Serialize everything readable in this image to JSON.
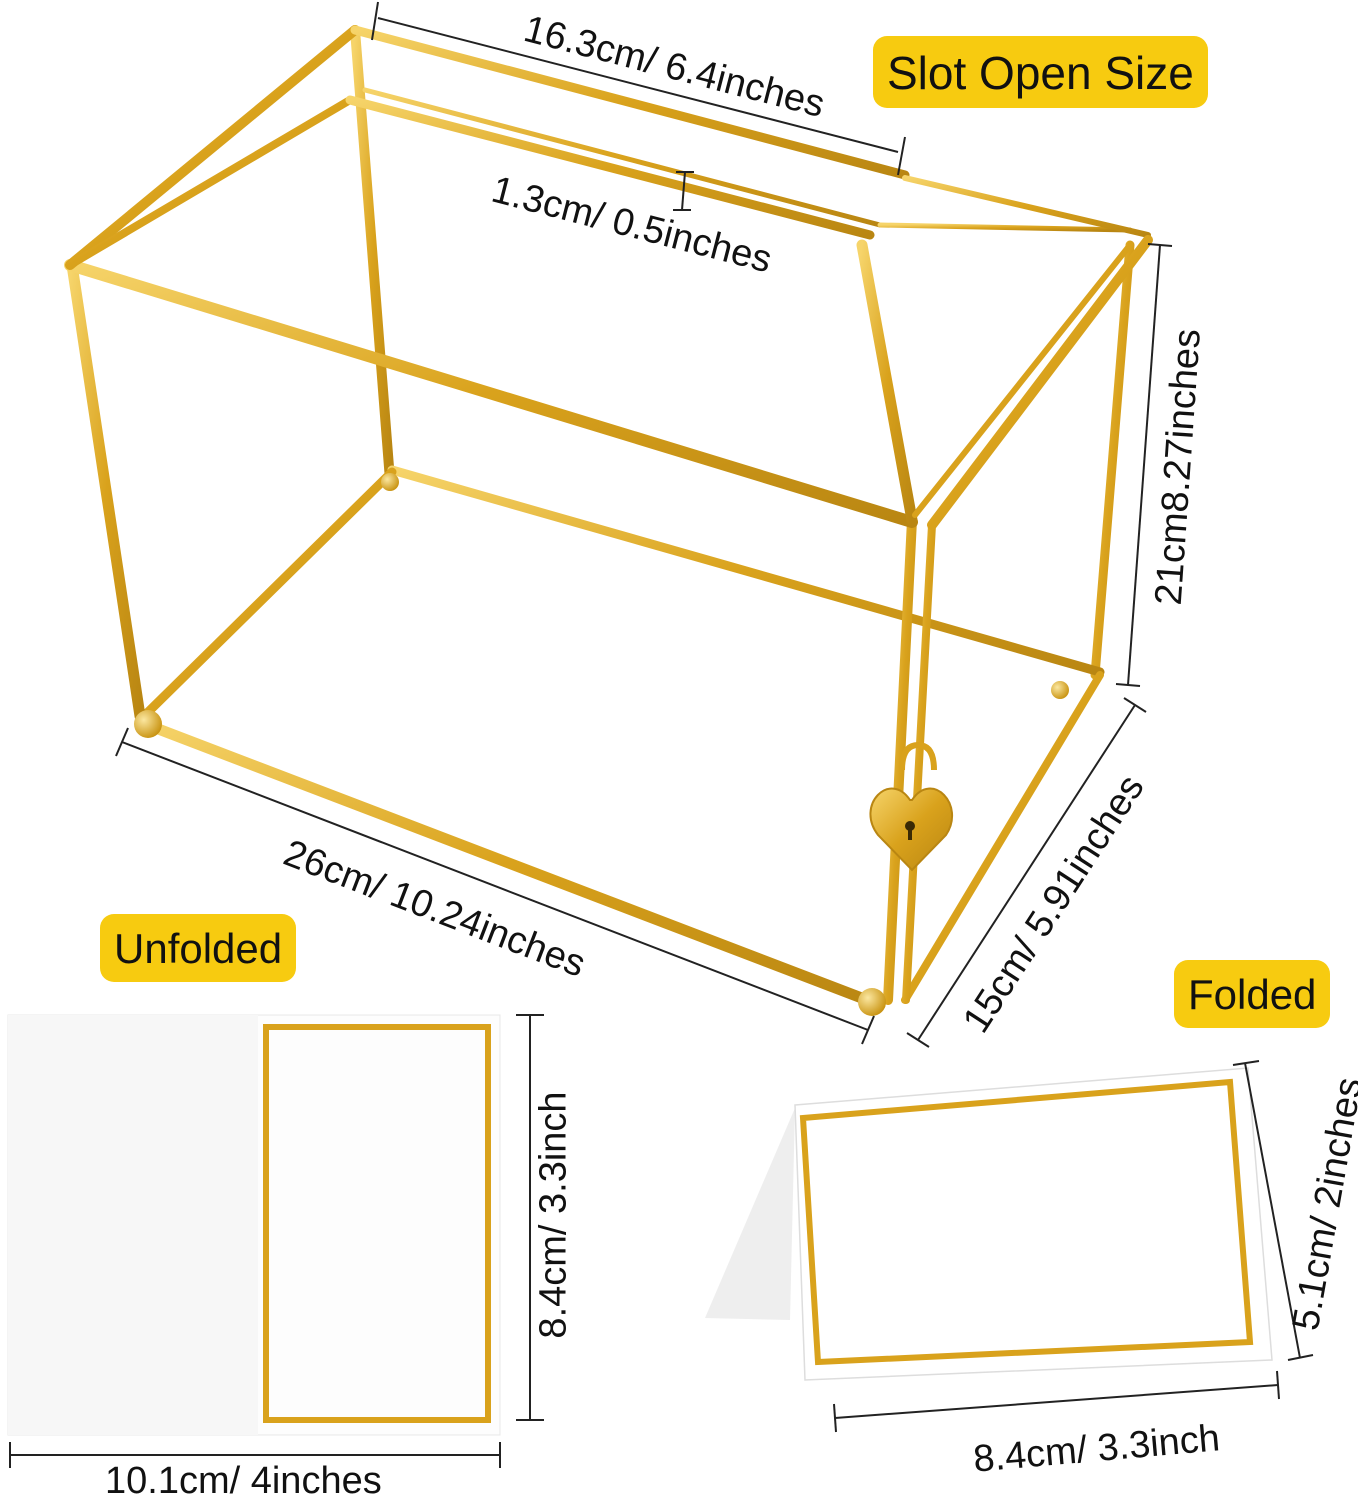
{
  "labels": {
    "slot_open_size": "Slot Open Size",
    "unfolded": "Unfolded",
    "folded": "Folded"
  },
  "dimensions": {
    "box_top_width": "16.3cm/ 6.4inches",
    "slot_width": "1.3cm/ 0.5inches",
    "box_height": "21cm8.27inches",
    "box_length": "26cm/ 10.24inches",
    "box_depth": "15cm/ 5.91inches",
    "unfolded_height": "8.4cm/ 3.3inch",
    "unfolded_width": "10.1cm/ 4inches",
    "folded_height": "5.1cm/ 2inches",
    "folded_width": "8.4cm/ 3.3inch"
  },
  "colors": {
    "gold": "#d9a21c",
    "gold_light": "#f4cf5a",
    "label_bg": "#f7cb10",
    "card": "#ffffff"
  }
}
